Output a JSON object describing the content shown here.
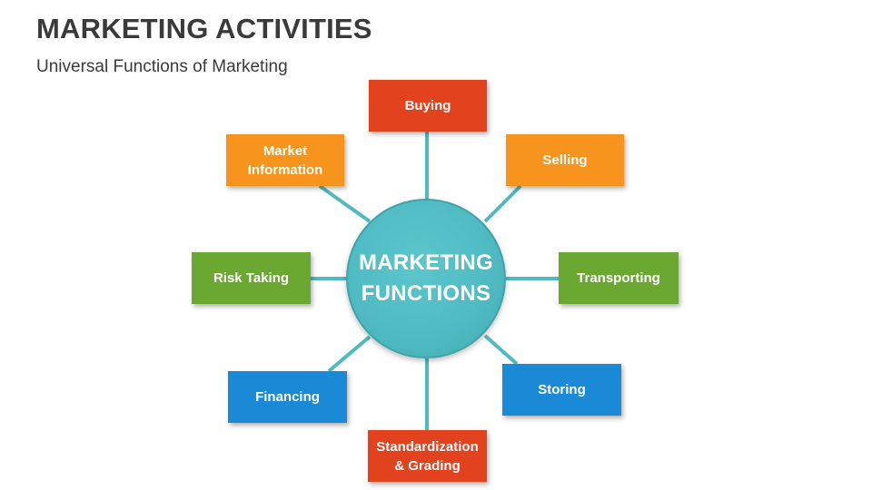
{
  "header": {
    "title": "MARKETING ACTIVITIES",
    "subtitle": "Universal Functions of Marketing"
  },
  "hub": {
    "line1": "MARKETING",
    "line2": "FUNCTIONS"
  },
  "nodes": {
    "buying": "Buying",
    "selling": "Selling",
    "transporting": "Transporting",
    "storing": "Storing",
    "standardization": "Standardization\n& Grading",
    "financing": "Financing",
    "risk_taking": "Risk Taking",
    "market_information": "Market\nInformation"
  },
  "colors": {
    "red": "#e2431e",
    "orange": "#f7941d",
    "green": "#6aa832",
    "blue": "#1b8ad6",
    "teal": "#4fbac1",
    "connector": "#4fbac1",
    "text": "#3a3a3a"
  }
}
